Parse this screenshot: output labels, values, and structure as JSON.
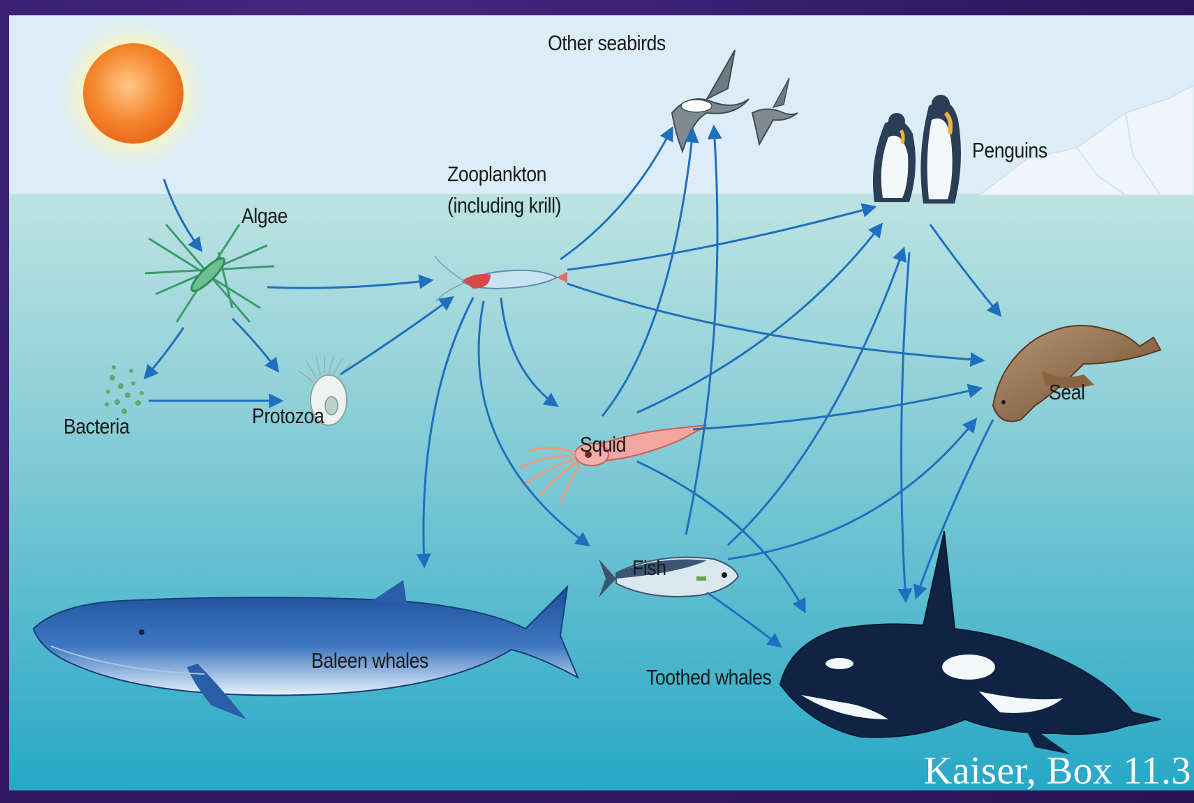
{
  "organisms": {
    "other_seabirds": "Other seabirds",
    "penguins": "Penguins",
    "zooplankton_line1": "Zooplankton",
    "zooplankton_line2": "(including krill)",
    "algae": "Algae",
    "bacteria": "Bacteria",
    "protozoa": "Protozoa",
    "seal": "Seal",
    "squid": "Squid",
    "fish": "Fish",
    "baleen_whales": "Baleen whales",
    "toothed_whales": "Toothed whales"
  },
  "credit": "Kaiser, Box 11.3",
  "colors": {
    "sky": "#dceefa",
    "water_top": "#b9e0e3",
    "water_bottom": "#2eaec9",
    "arrow": "#1f6fbf",
    "sun": "#f07a22",
    "frame": "#3a1f6e"
  },
  "food_web_links": [
    [
      "sun",
      "algae"
    ],
    [
      "algae",
      "zooplankton"
    ],
    [
      "algae",
      "bacteria"
    ],
    [
      "algae",
      "protozoa"
    ],
    [
      "bacteria",
      "protozoa"
    ],
    [
      "protozoa",
      "zooplankton"
    ],
    [
      "zooplankton",
      "other_seabirds"
    ],
    [
      "zooplankton",
      "penguins"
    ],
    [
      "zooplankton",
      "seal"
    ],
    [
      "zooplankton",
      "squid"
    ],
    [
      "zooplankton",
      "fish"
    ],
    [
      "zooplankton",
      "baleen_whales"
    ],
    [
      "squid",
      "other_seabirds"
    ],
    [
      "squid",
      "penguins"
    ],
    [
      "squid",
      "seal"
    ],
    [
      "squid",
      "toothed_whales"
    ],
    [
      "fish",
      "other_seabirds"
    ],
    [
      "fish",
      "penguins"
    ],
    [
      "fish",
      "seal"
    ],
    [
      "fish",
      "toothed_whales"
    ],
    [
      "penguins",
      "seal"
    ],
    [
      "penguins",
      "toothed_whales"
    ],
    [
      "seal",
      "toothed_whales"
    ]
  ]
}
